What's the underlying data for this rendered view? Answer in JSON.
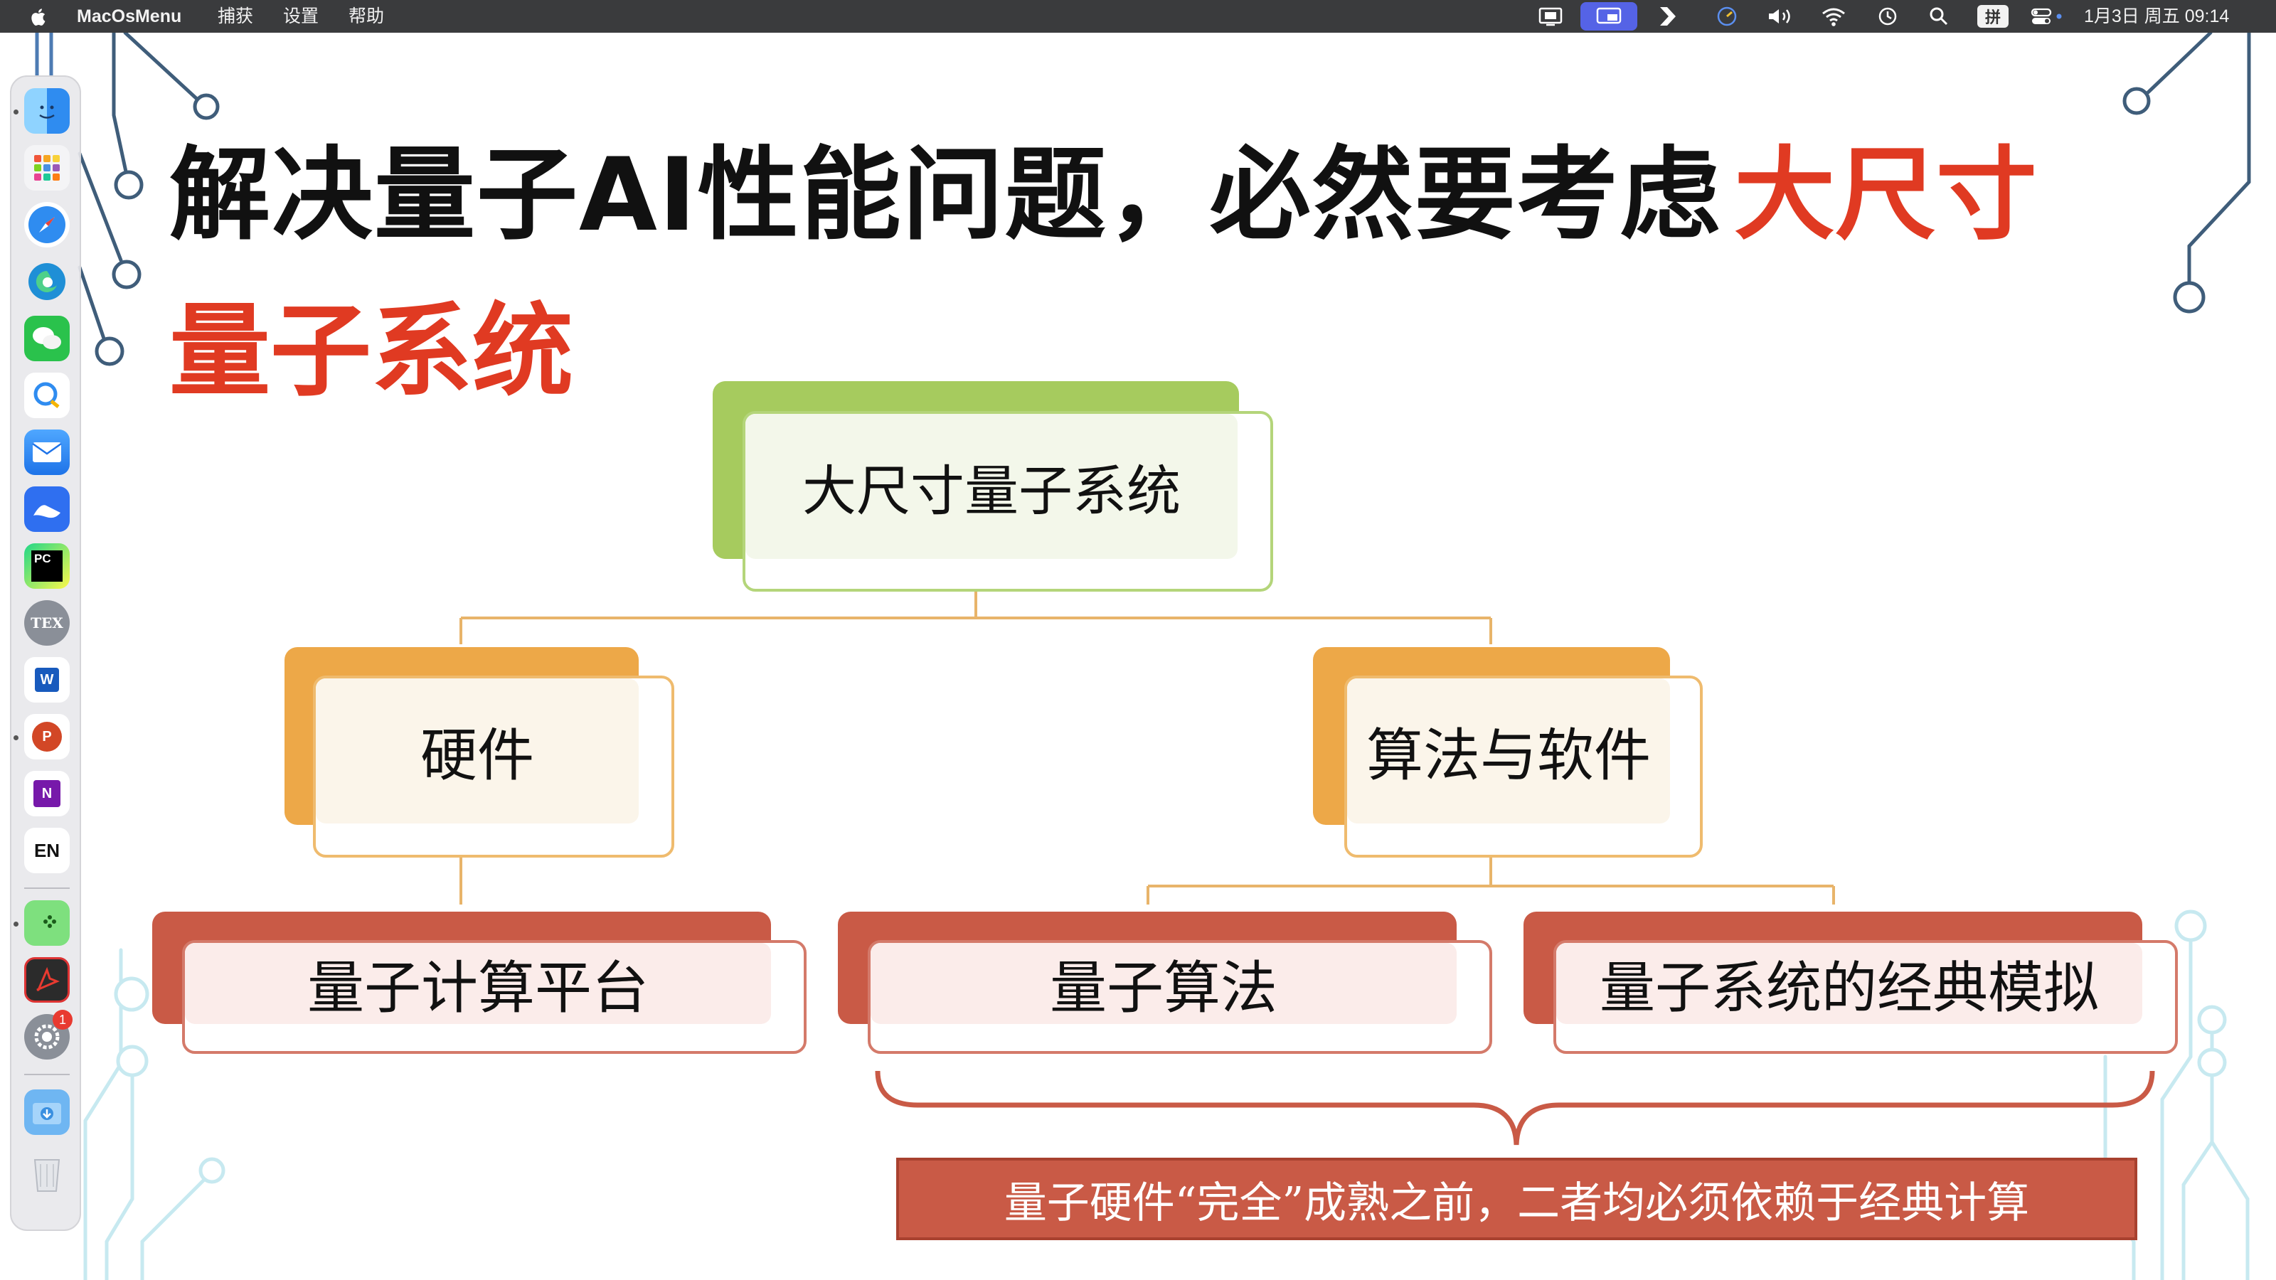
{
  "menubar": {
    "app_name": "MacOsMenu",
    "menus": [
      "捕获",
      "设置",
      "帮助"
    ],
    "input_method": "拼",
    "datetime": "1月3日 周五 09:14",
    "status_icons": [
      "screen-capture-icon",
      "screen-mirror-icon",
      "shortcuts-icon",
      "speedometer-icon",
      "volume-icon",
      "wifi-icon",
      "time-machine-icon",
      "spotlight-search-icon",
      "input-method-icon",
      "control-center-icon"
    ]
  },
  "slide": {
    "title_black": "解决量子AI性能问题，必然要考虑",
    "title_red_1": "大尺寸",
    "title_red_2": "量子系统",
    "root_box": "大尺寸量子系统",
    "level2": {
      "left": "硬件",
      "right": "算法与软件"
    },
    "level3": [
      "量子计算平台",
      "量子算法",
      "量子系统的经典模拟"
    ],
    "note": "量子硬件“完全”成熟之前，二者均必须依赖于经典计算",
    "colors": {
      "title_red": "#e03a22",
      "root_green": "#a6cb5e",
      "orange": "#eda848",
      "brick": "#c95a46"
    }
  },
  "dock": {
    "apps": [
      {
        "name": "finder-icon"
      },
      {
        "name": "launchpad-icon"
      },
      {
        "name": "safari-icon"
      },
      {
        "name": "edge-icon"
      },
      {
        "name": "wechat-icon"
      },
      {
        "name": "qq-browser-icon"
      },
      {
        "name": "mail-icon"
      },
      {
        "name": "lark-icon"
      },
      {
        "name": "pycharm-icon",
        "label": "PC"
      },
      {
        "name": "tex-icon",
        "label": "TEX"
      },
      {
        "name": "word-icon",
        "label": "W"
      },
      {
        "name": "powerpoint-icon",
        "label": "P"
      },
      {
        "name": "onenote-icon",
        "label": "N"
      },
      {
        "name": "dictionary-icon",
        "label": "EN"
      },
      {
        "name": "game-controller-icon"
      },
      {
        "name": "acrobat-icon"
      },
      {
        "name": "system-settings-icon",
        "badge": "1"
      },
      {
        "name": "downloads-folder-icon"
      },
      {
        "name": "trash-icon"
      }
    ]
  }
}
